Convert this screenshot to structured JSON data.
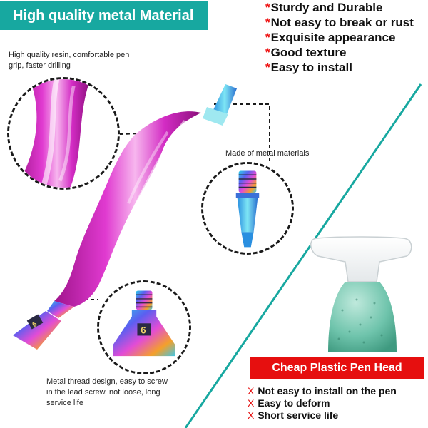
{
  "title_banner": {
    "text": "High quality metal Material",
    "color": "#17a8a0"
  },
  "features": {
    "marker": "*",
    "items": [
      "Sturdy and Durable",
      "Not easy to break or rust",
      "Exquisite appearance",
      "Good texture",
      "Easy to install"
    ]
  },
  "notes": {
    "resin": "High quality resin, comfortable pen grip, faster drilling",
    "metal": "Made of metal materials",
    "thread": "Metal thread design, easy to screw in the lead screw, not loose, long service life"
  },
  "pen_badge_number": "6",
  "cheap": {
    "banner": "Cheap Plastic Pen Head",
    "banner_color": "#e60f0f",
    "marker": "X",
    "cons": [
      "Not easy to install on the pen",
      "Easy to deform",
      "Short service life"
    ]
  },
  "icons": [
    "dashed-circle-zoom",
    "pen-illustration",
    "plastic-pen-head-illustration"
  ]
}
